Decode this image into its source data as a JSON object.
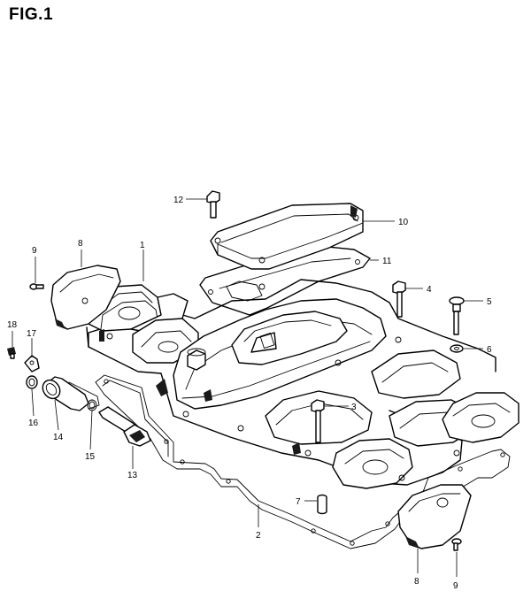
{
  "figure": {
    "title": "FIG.1"
  },
  "callouts": {
    "c1": "1",
    "c2": "2",
    "c3": "3",
    "c4": "4",
    "c5": "5",
    "c6": "6",
    "c7": "7",
    "c8a": "8",
    "c8b": "8",
    "c9a": "9",
    "c9b": "9",
    "c10": "10",
    "c11": "11",
    "c12": "12",
    "c13": "13",
    "c14": "14",
    "c15": "15",
    "c16": "16",
    "c17": "17",
    "c18": "18"
  },
  "colors": {
    "line": "#000000",
    "background": "#ffffff"
  }
}
